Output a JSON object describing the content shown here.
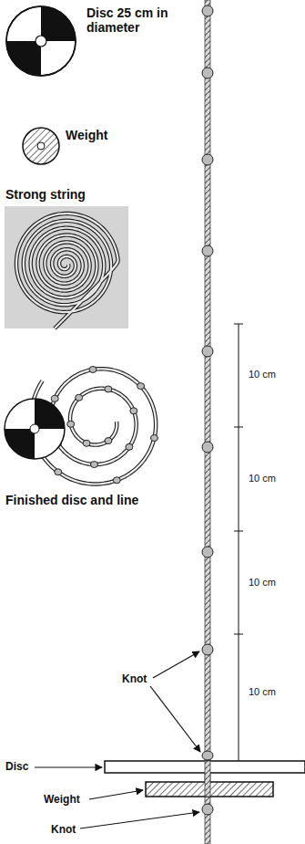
{
  "diagram": {
    "labels": [
      "Disc 25 cm in diameter",
      "Weight",
      "Strong string",
      "Finished disc and line",
      "10 cm",
      "10 cm",
      "10 cm",
      "10 cm",
      "Knot",
      "Disc",
      "Weight",
      "Knot"
    ]
  }
}
